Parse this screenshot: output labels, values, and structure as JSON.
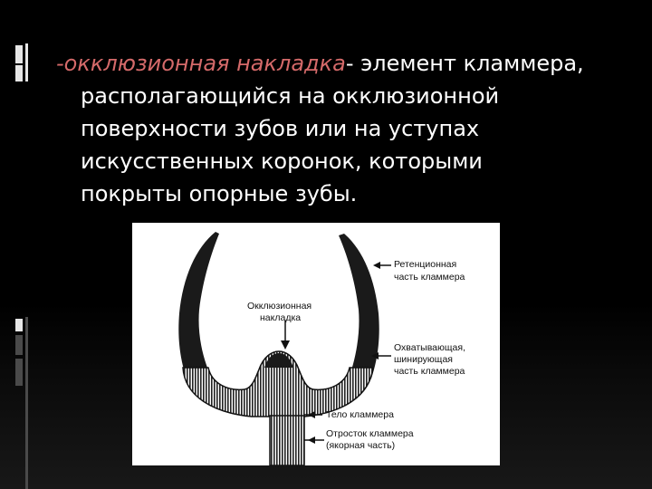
{
  "slide": {
    "definition": {
      "dash_prefix": "-",
      "term": "окклюзионная накладка",
      "line1_rest": "- элемент кламмера,",
      "lines": [
        "располагающийся на окклюзионной",
        "поверхности зубов или на уступах",
        "искусственных коронок, которыми",
        "покрыты опорные зубы."
      ]
    },
    "figure": {
      "labels": {
        "occlusal_pad_1": "Окклюзионная",
        "occlusal_pad_2": "накладка",
        "retention_1": "Ретенционная",
        "retention_2": "часть кламмера",
        "clasping_1": "Охватывающая,",
        "clasping_2": "шинирующая",
        "clasping_3": "часть кламмера",
        "body": "Тело кламмера",
        "process_1": "Отросток кламмера",
        "process_2": "(якорная часть)"
      }
    }
  }
}
